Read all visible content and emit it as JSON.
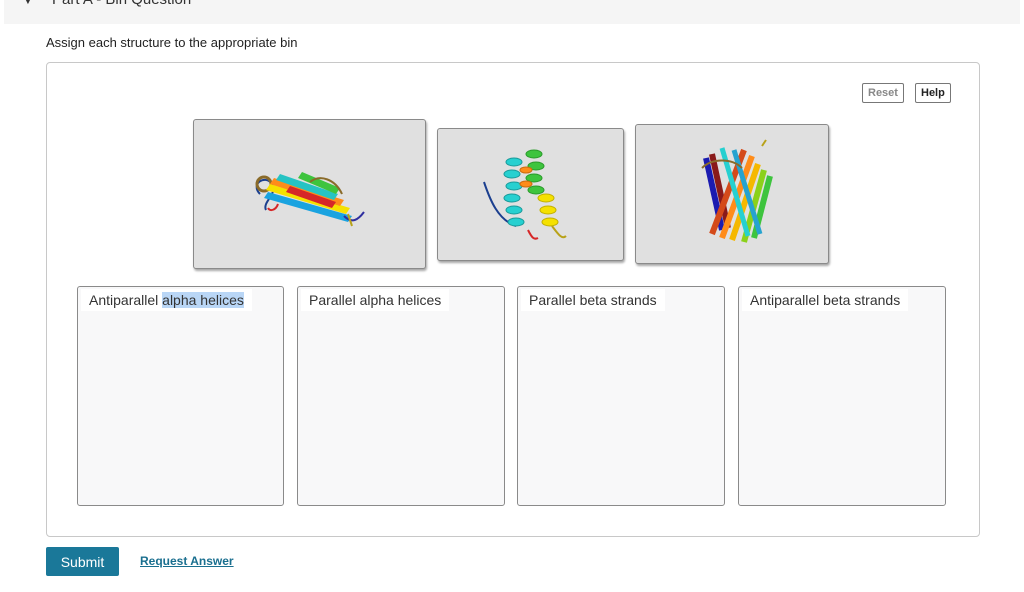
{
  "header": {
    "caret_icon": "caret-down-icon",
    "part_title": "Part A - Bin Question"
  },
  "instructions": "Assign each structure to the appropriate bin",
  "toolbar": {
    "reset_label": "Reset",
    "help_label": "Help"
  },
  "structures": [
    {
      "icon": "antiparallel-beta-sheet-structure-icon"
    },
    {
      "icon": "helix-bundle-structure-icon"
    },
    {
      "icon": "beta-barrel-structure-icon"
    }
  ],
  "bins": [
    {
      "label_pre": "Antiparallel ",
      "label_hl": "alpha helices"
    },
    {
      "label": "Parallel alpha helices"
    },
    {
      "label": "Parallel beta strands"
    },
    {
      "label": "Antiparallel beta strands"
    }
  ],
  "actions": {
    "submit_label": "Submit",
    "request_label": "Request Answer"
  },
  "colors": {
    "submit_bg": "#1a7899",
    "link": "#1a6f8f",
    "selection": "#b9d6f6"
  }
}
